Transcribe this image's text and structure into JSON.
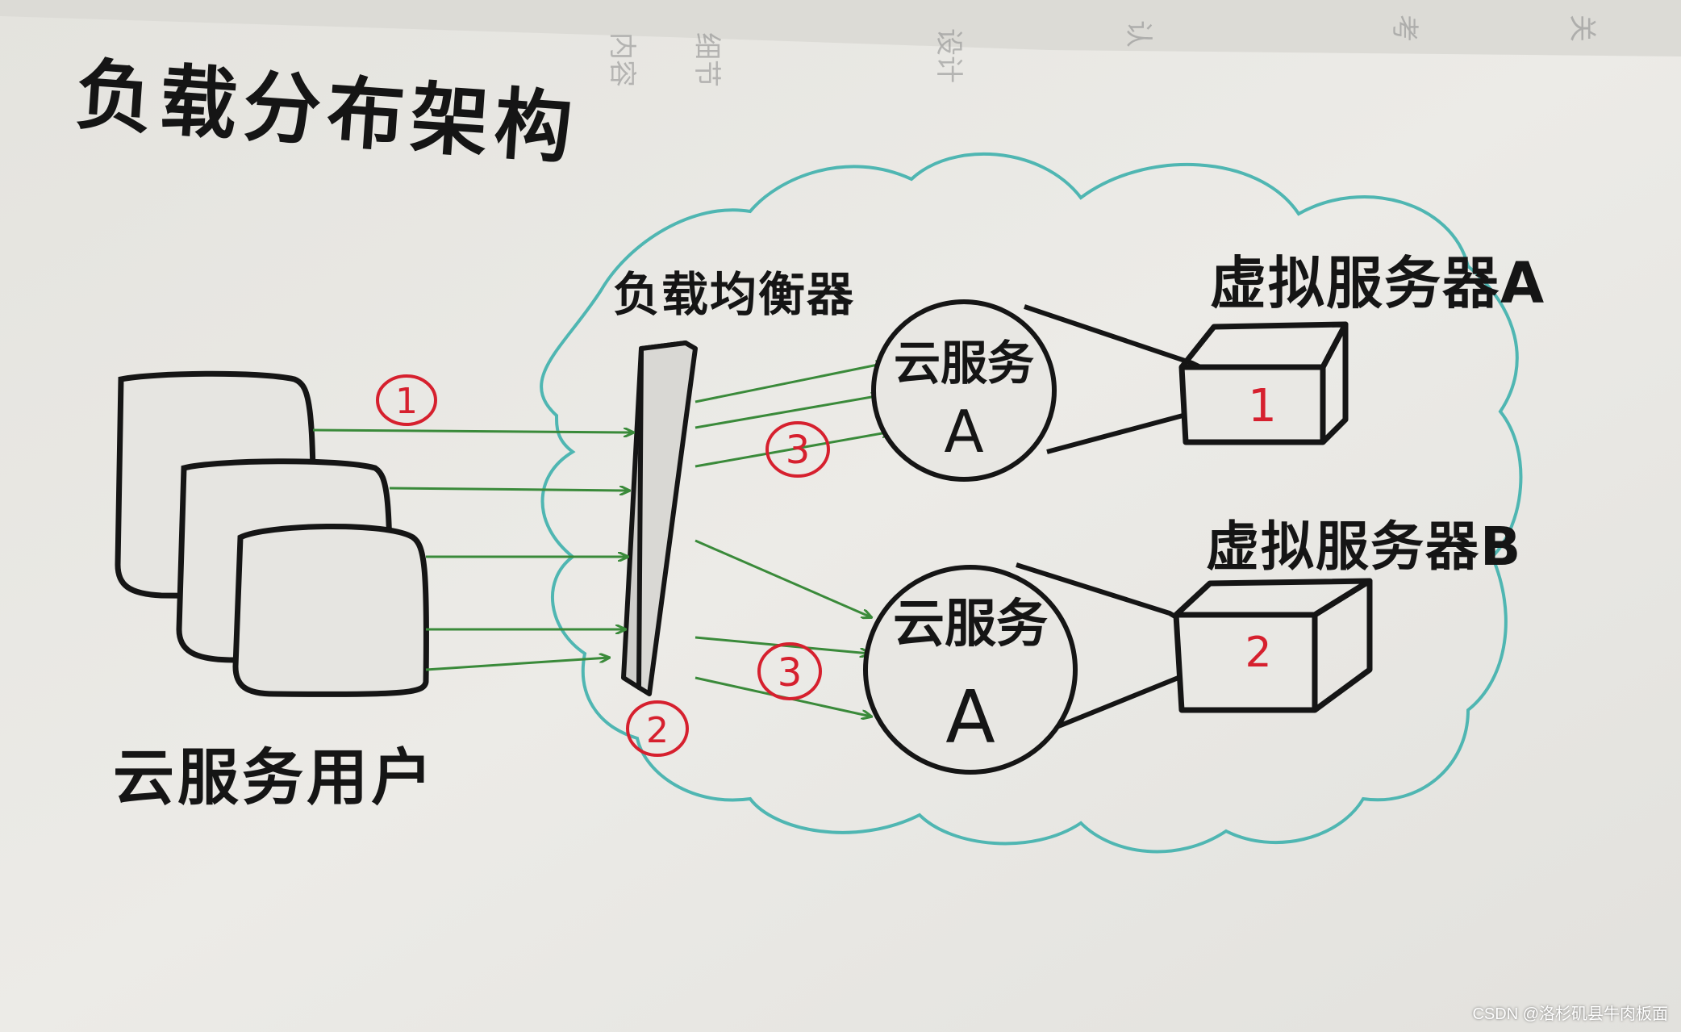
{
  "title": "负载分布架构",
  "load_balancer_label": "负载均衡器",
  "users_label": "云服务用户",
  "cloud_service_a_upper": {
    "line1": "云服务",
    "line2": "A"
  },
  "cloud_service_a_lower": {
    "line1": "云服务",
    "line2": "A"
  },
  "server_a": {
    "label": "虚拟服务器A",
    "number": "1"
  },
  "server_b": {
    "label": "虚拟服务器B",
    "number": "2"
  },
  "step_markers": {
    "users_to_balancer": "1",
    "balancer": "2",
    "to_service_upper": "3",
    "to_service_lower": "3"
  },
  "colors": {
    "arrow": "#3a8a3a",
    "cloud_outline": "#4fb6b2",
    "marker": "#d6202e",
    "ink": "#151515",
    "paper": "#e9e8e4"
  },
  "watermark": "CSDN @洛杉矶县牛肉板面"
}
